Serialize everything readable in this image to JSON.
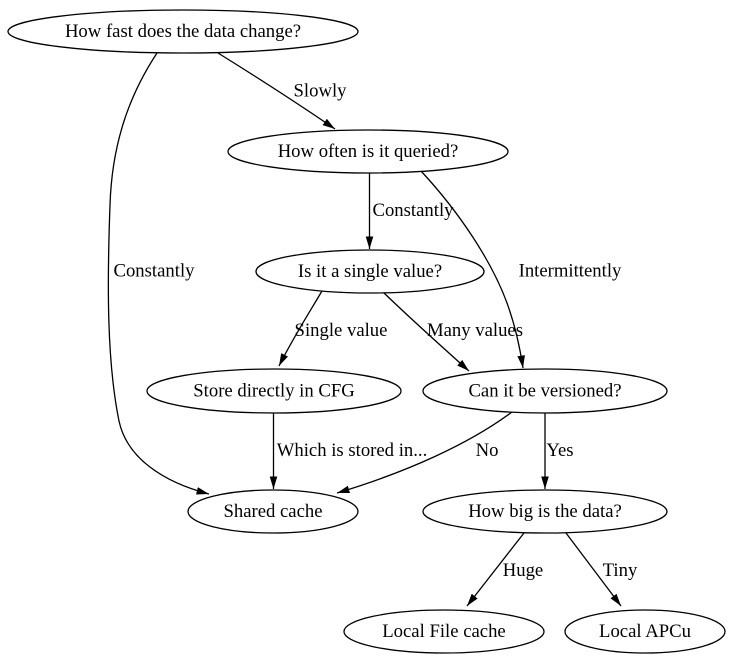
{
  "diagram": {
    "type": "flowchart",
    "colors": {
      "background": "#ffffff",
      "stroke": "#000000",
      "text": "#000000"
    },
    "nodes": [
      {
        "id": "how-fast",
        "label": "How fast does the data change?"
      },
      {
        "id": "how-often",
        "label": "How often is it queried?"
      },
      {
        "id": "single-value",
        "label": "Is it a single value?"
      },
      {
        "id": "store-cfg",
        "label": "Store directly in CFG"
      },
      {
        "id": "versioned",
        "label": "Can it be versioned?"
      },
      {
        "id": "shared-cache",
        "label": "Shared cache"
      },
      {
        "id": "how-big",
        "label": "How big is the data?"
      },
      {
        "id": "local-file",
        "label": "Local File cache"
      },
      {
        "id": "local-apcu",
        "label": "Local APCu"
      }
    ],
    "edges": [
      {
        "from": "how-fast",
        "to": "how-often",
        "label": "Slowly"
      },
      {
        "from": "how-fast",
        "to": "shared-cache",
        "label": "Constantly"
      },
      {
        "from": "how-often",
        "to": "single-value",
        "label": "Constantly"
      },
      {
        "from": "how-often",
        "to": "versioned",
        "label": "Intermittently"
      },
      {
        "from": "single-value",
        "to": "store-cfg",
        "label": "Single value"
      },
      {
        "from": "single-value",
        "to": "versioned",
        "label": "Many values"
      },
      {
        "from": "store-cfg",
        "to": "shared-cache",
        "label": "Which is stored in..."
      },
      {
        "from": "versioned",
        "to": "shared-cache",
        "label": "No"
      },
      {
        "from": "versioned",
        "to": "how-big",
        "label": "Yes"
      },
      {
        "from": "how-big",
        "to": "local-file",
        "label": "Huge"
      },
      {
        "from": "how-big",
        "to": "local-apcu",
        "label": "Tiny"
      }
    ]
  }
}
